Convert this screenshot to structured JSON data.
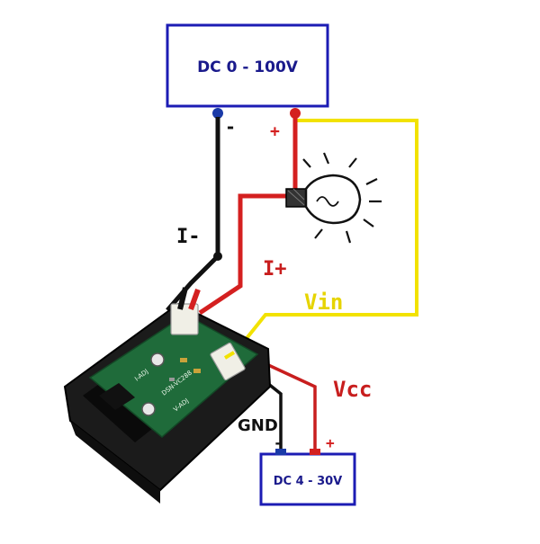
{
  "diagram": {
    "supply_top": {
      "label": "DC 0 - 100V",
      "minus": "-",
      "plus": "+"
    },
    "supply_bottom": {
      "label": "DC 4 - 30V",
      "minus": "-",
      "plus": "+"
    },
    "labels": {
      "i_minus": "I-",
      "i_plus": "I+",
      "vin": "Vin",
      "vcc": "Vcc",
      "gnd": "GND"
    },
    "pcb_text": {
      "model": "DSN-VC288",
      "r1": "I-ADJ",
      "r2": "V-ADJ"
    },
    "colors": {
      "box_border": "#1c1cb4",
      "label_text": "#1a1a8c",
      "wire_black": "#111111",
      "wire_red": "#d42020",
      "wire_yellow": "#f2e200",
      "board_green": "#1f6b3a",
      "case_black": "#1b1b1b"
    },
    "icons": [
      "lamp-icon",
      "terminal-blue-icon",
      "terminal-red-icon"
    ]
  }
}
